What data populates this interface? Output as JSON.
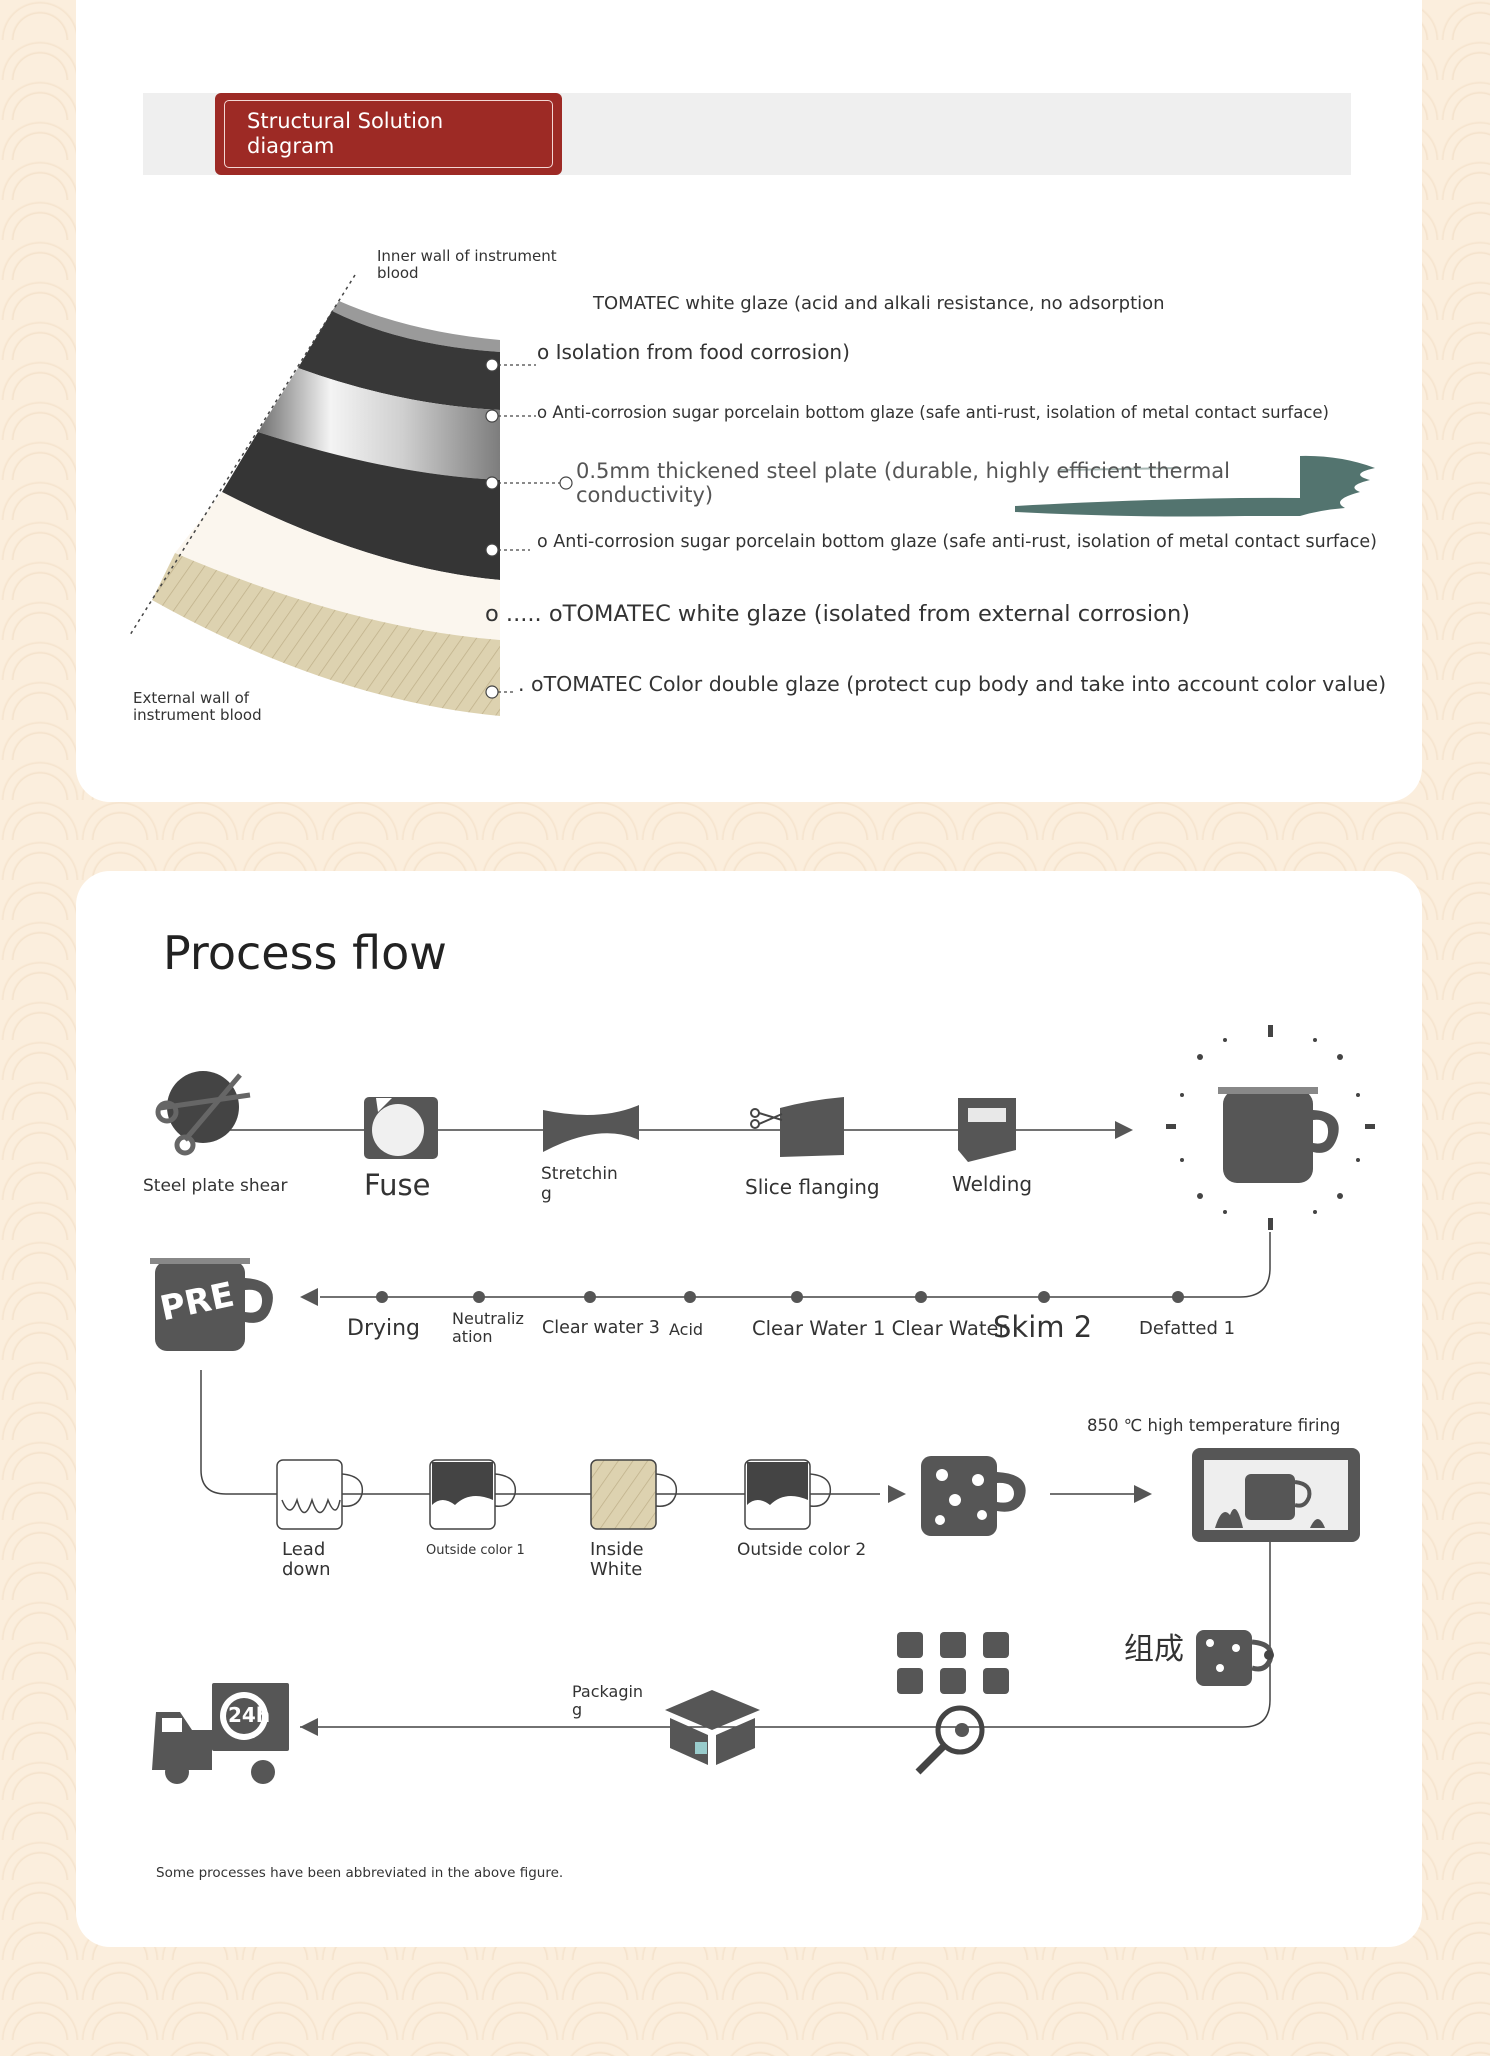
{
  "structure": {
    "header_title": "Structural Solution diagram",
    "inner_wall_label": "Inner wall of instrument blood",
    "external_wall_label": "External wall of instrument blood",
    "layer_heading": "TOMATEC white glaze (acid and alkali resistance, no adsorption",
    "layers": [
      "o Isolation from food corrosion)",
      "o Anti-corrosion sugar porcelain bottom glaze (safe anti-rust, isolation of metal contact surface)",
      "0.5mm thickened steel plate (durable, highly efficient thermal conductivity)",
      "o Anti-corrosion sugar porcelain bottom glaze (safe anti-rust, isolation of metal contact surface)",
      "o ..... oTOMATEC white glaze (isolated from external corrosion)",
      ". oTOMATEC Color double glaze (protect cup body and take into account color value)"
    ],
    "colors": {
      "badge": "#9d2a25",
      "brush": "#4a6d67",
      "dark": "#3a3a3a"
    }
  },
  "process": {
    "title": "Process flow",
    "row1": [
      "Steel plate shear",
      "Fuse",
      "Stretchin g",
      "Slice flanging",
      "Welding"
    ],
    "row2": [
      "Drying",
      "Neutraliz ation",
      "Clear water 3",
      "Acid",
      "Clear Water 1 Clear Water",
      "Skim 2",
      "Defatted 1"
    ],
    "pre_label": "PRE",
    "row3": [
      "Lead down",
      "Outside color 1",
      "Inside White",
      "Outside color 2"
    ],
    "firing_label": "850 ℃ high temperature firing",
    "assembly_label": "组成",
    "packaging_label": "Packagin g",
    "delivery_badge": "24h",
    "footnote": "Some processes have been abbreviated in the above figure."
  }
}
